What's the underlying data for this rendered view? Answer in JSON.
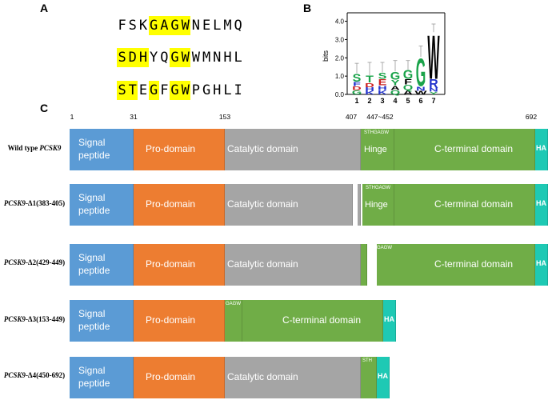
{
  "panels": {
    "a": "A",
    "b": "B",
    "c": "C"
  },
  "panel_a": {
    "rows": [
      {
        "seq": "FSKGAGWNELMQ",
        "highlight": [
          3,
          4,
          5,
          6
        ]
      },
      {
        "seq": "SDHYQGWWMNHL",
        "highlight": [
          0,
          1,
          2,
          5,
          6
        ]
      },
      {
        "seq": "STEGFGWPGHLI",
        "highlight": [
          0,
          1,
          3,
          5,
          6
        ]
      }
    ]
  },
  "chart_data": {
    "type": "sequence-logo",
    "ylabel": "bits",
    "yticks": [
      "0.0",
      "1.0",
      "2.0",
      "3.0",
      "4.0"
    ],
    "ylim": [
      0,
      4.2
    ],
    "positions": [
      "1",
      "2",
      "3",
      "4",
      "5",
      "6",
      "7"
    ],
    "total_bits": [
      1.15,
      1.05,
      1.2,
      1.25,
      1.35,
      2.05,
      3.4
    ],
    "error_bars": [
      0.55,
      0.7,
      0.55,
      0.6,
      0.5,
      0.6,
      0.45
    ],
    "stacks": [
      [
        {
          "l": "S",
          "h": 0.45,
          "c": "#1aa34a"
        },
        {
          "l": "F",
          "h": 0.25,
          "c": "#2233cc"
        },
        {
          "l": "D",
          "h": 0.2,
          "c": "#cc2222"
        },
        {
          "l": "G",
          "h": 0.25,
          "c": "#1aa34a"
        }
      ],
      [
        {
          "l": "T",
          "h": 0.4,
          "c": "#1aa34a"
        },
        {
          "l": "D",
          "h": 0.25,
          "c": "#cc2222"
        },
        {
          "l": "H",
          "h": 0.2,
          "c": "#2233cc"
        },
        {
          "l": "K",
          "h": 0.2,
          "c": "#2233cc"
        }
      ],
      [
        {
          "l": "S",
          "h": 0.35,
          "c": "#1aa34a"
        },
        {
          "l": "E",
          "h": 0.35,
          "c": "#cc2222"
        },
        {
          "l": "H",
          "h": 0.25,
          "c": "#2233cc"
        },
        {
          "l": "K",
          "h": 0.25,
          "c": "#2233cc"
        }
      ],
      [
        {
          "l": "G",
          "h": 0.45,
          "c": "#1aa34a"
        },
        {
          "l": "Y",
          "h": 0.3,
          "c": "#1aa34a"
        },
        {
          "l": "A",
          "h": 0.25,
          "c": "#000000"
        },
        {
          "l": "Q",
          "h": 0.25,
          "c": "#1aa34a"
        }
      ],
      [
        {
          "l": "G",
          "h": 0.5,
          "c": "#1aa34a"
        },
        {
          "l": "F",
          "h": 0.3,
          "c": "#000000"
        },
        {
          "l": "Q",
          "h": 0.3,
          "c": "#1aa34a"
        },
        {
          "l": "A",
          "h": 0.25,
          "c": "#000000"
        }
      ],
      [
        {
          "l": "G",
          "h": 1.6,
          "c": "#1aa34a"
        },
        {
          "l": "N",
          "h": 0.25,
          "c": "#2233cc"
        },
        {
          "l": "W",
          "h": 0.2,
          "c": "#000000"
        }
      ],
      [
        {
          "l": "W",
          "h": 2.55,
          "c": "#000000"
        },
        {
          "l": "R",
          "h": 0.5,
          "c": "#2233cc"
        },
        {
          "l": "N",
          "h": 0.2,
          "c": "#2233cc"
        },
        {
          "l": "Y",
          "h": 0.15,
          "c": "#1aa34a"
        }
      ]
    ]
  },
  "panel_c": {
    "positions": [
      {
        "text": "1",
        "x": 0
      },
      {
        "text": "31",
        "x": 0
      },
      {
        "text": "153",
        "x": 0
      },
      {
        "text": "407",
        "x": 0
      },
      {
        "text": "447~452",
        "x": 0
      },
      {
        "text": "692",
        "x": 0
      }
    ],
    "labels": {
      "signal": "Signal peptide",
      "signal_line1": "Signal",
      "signal_line2": "peptide",
      "pro": "Pro-domain",
      "catalytic": "Catalytic domain",
      "hinge": "Hinge",
      "cterm": "C-terminal domain",
      "ha": "HA"
    },
    "constructs": [
      {
        "name_italic": "",
        "name_plain": "Wild type ",
        "name_italic2": "PCSK9",
        "seq_tag": "STHGAGW"
      },
      {
        "name_italic": "PCSK9",
        "name_plain": "-Δ1(383-405)",
        "name_italic2": "",
        "seq_tag": "STHGAGW"
      },
      {
        "name_italic": "PCSK9",
        "name_plain": "-Δ2(429-449)",
        "name_italic2": "",
        "seq_tag": "GAGW"
      },
      {
        "name_italic": "PCSK9",
        "name_plain": "-Δ3(153-449)",
        "name_italic2": "",
        "seq_tag": "GAGW"
      },
      {
        "name_italic": "PCSK9",
        "name_plain": "-Δ4(450-692)",
        "name_italic2": "",
        "seq_tag": "STH"
      }
    ]
  }
}
